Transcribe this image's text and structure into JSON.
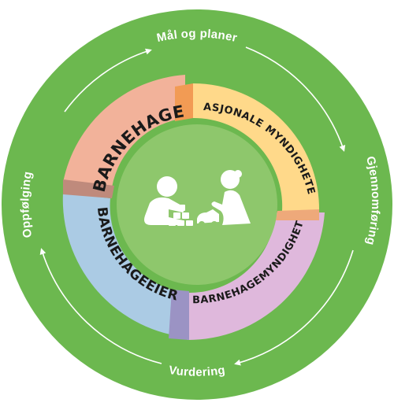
{
  "cycle": {
    "top_label": "Mål og planer",
    "right_label": "Gjennomføring",
    "bottom_label": "Vurdering",
    "left_label": "Oppfølging"
  },
  "segments": {
    "barnehage": "BARNEHAGE",
    "nasjonale": "NASJONALE MYNDIGHETER",
    "barnehagemyndighet": "BARNEHAGEMYNDIGHET",
    "barnehageeier": "BARNEHAGEEIER"
  },
  "colors": {
    "outer_ring": "#6cb84f",
    "inner_disc": "#8ec76c",
    "barnehage": "#f2b29a",
    "nasjonale": "#ffd98a",
    "barnehagemyndighet": "#dfb8dc",
    "barnehageeier": "#abcbe4",
    "overlap_orange": "#f29b54",
    "overlap_brown": "#bf8a7c",
    "overlap_peach": "#eea97a",
    "overlap_purple": "#9b93c4",
    "icon": "#ffffff"
  },
  "icons": [
    "child-building-blocks-icon",
    "child-playing-with-toy-car-icon"
  ]
}
